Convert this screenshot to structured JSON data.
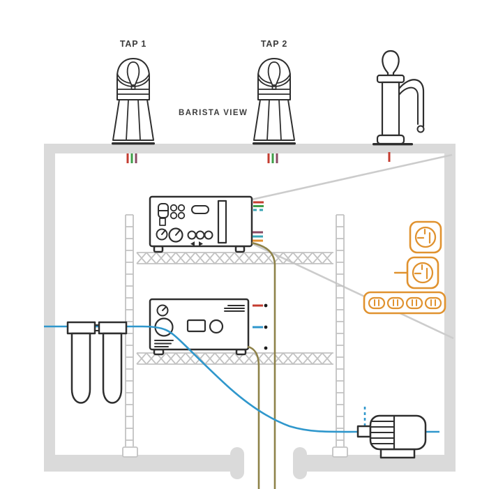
{
  "labels": {
    "tap1": "TAP 1",
    "tap2": "TAP 2",
    "view": "BARISTA VIEW"
  },
  "colors": {
    "outline": "#2e2e2e",
    "text": "#3c3c3c",
    "wall": "#dadada",
    "callout": "#cccccc",
    "shelf": "#c2c2c2",
    "red": "#c43c30",
    "green": "#3f9e49",
    "teal": "#38a5b5",
    "plum": "#8a4a63",
    "orange": "#e2902f",
    "tan": "#8e8249",
    "water": "#2f97cc",
    "socket": "#e0922f",
    "dot": "#1c1c1c"
  },
  "components": {
    "tap1": "beverage-tap-icon",
    "tap2": "beverage-tap-icon",
    "font_tower": "tap-tower-with-spout-icon",
    "brewer_unit": "control-unit-upper-shelf-icon",
    "power_module": "module-lower-shelf-icon",
    "water_filters": "twin-filter-cartridges-icon",
    "pump_motor": "pump-motor-icon",
    "wall_socket_1": "power-outlet-icon",
    "wall_socket_2": "power-outlet-with-lead-icon",
    "power_strip": "four-gang-power-strip-icon"
  },
  "tube_markers": {
    "tap1": [
      "red",
      "green",
      "plum"
    ],
    "tap2": [
      "red",
      "green",
      "plum"
    ],
    "tower": [
      "red"
    ],
    "brewer_top_group": [
      "red",
      "green",
      "teal-dashed"
    ],
    "brewer_bottom_group": [
      "plum",
      "teal",
      "orange"
    ],
    "module_ports": [
      "red",
      "water",
      "none"
    ]
  }
}
